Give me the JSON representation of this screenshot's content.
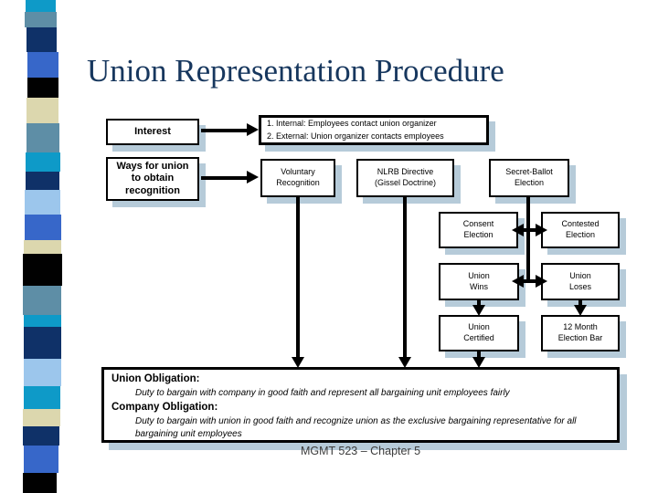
{
  "slide": {
    "title": "Union Representation Procedure",
    "footer": "MGMT 523 – Chapter 5"
  },
  "flowchart": {
    "interest": "Interest",
    "contact_methods": {
      "line1": "1. Internal: Employees contact union organizer",
      "line2": "2. External: Union organizer contacts employees"
    },
    "ways": "Ways for union\nto obtain\nrecognition",
    "voluntary": "Voluntary\nRecognition",
    "nlrb": "NLRB Directive\n(Gissel Doctrine)",
    "secret_ballot": "Secret-Ballot\nElection",
    "consent": "Consent\nElection",
    "contested": "Contested\nElection",
    "union_wins": "Union\nWins",
    "union_loses": "Union\nLoses",
    "union_certified": "Union\nCertified",
    "election_bar": "12 Month\nElection Bar"
  },
  "obligations": {
    "union_heading": "Union Obligation:",
    "union_body": "Duty to bargain with company in good faith and represent all bargaining unit employees fairly",
    "company_heading": "Company Obligation:",
    "company_body": "Duty to bargain with union in good faith and recognize union as the exclusive bargaining representative for all bargaining unit employees"
  },
  "colors": {
    "title_text": "#17375e",
    "box_fill": "#ffffff",
    "box_border": "#000000",
    "box_shadow": "#b6cbd9",
    "footer_text": "#3c3c3c"
  },
  "decor": {
    "stripe": {
      "colors": {
        "cyan": "#0e9ac8",
        "steel": "#5e8ea6",
        "navy": "#0f3168",
        "royal": "#3767c9",
        "black": "#010101",
        "cream": "#dcd7ae",
        "sky": "#9cc6ec"
      },
      "segments": [
        {
          "c": "cyan",
          "h": 13,
          "l": 28,
          "w": 33
        },
        {
          "c": "steel",
          "h": 17,
          "l": 27,
          "w": 35
        },
        {
          "c": "navy",
          "h": 27,
          "l": 29,
          "w": 33
        },
        {
          "c": "royal",
          "h": 28,
          "l": 30,
          "w": 34
        },
        {
          "c": "black",
          "h": 22,
          "l": 30,
          "w": 34
        },
        {
          "c": "cream",
          "h": 28,
          "l": 29,
          "w": 35
        },
        {
          "c": "steel",
          "h": 32,
          "l": 29,
          "w": 36
        },
        {
          "c": "cyan",
          "h": 21,
          "l": 28,
          "w": 38
        },
        {
          "c": "navy",
          "h": 20,
          "l": 28,
          "w": 37
        },
        {
          "c": "sky",
          "h": 27,
          "l": 27,
          "w": 39
        },
        {
          "c": "royal",
          "h": 28,
          "l": 27,
          "w": 40
        },
        {
          "c": "cream",
          "h": 15,
          "l": 26,
          "w": 41
        },
        {
          "c": "black",
          "h": 35,
          "l": 25,
          "w": 43
        },
        {
          "c": "steel",
          "h": 32,
          "l": 25,
          "w": 42
        },
        {
          "c": "cyan",
          "h": 13,
          "l": 26,
          "w": 41
        },
        {
          "c": "navy",
          "h": 35,
          "l": 26,
          "w": 41
        },
        {
          "c": "sky",
          "h": 30,
          "l": 26,
          "w": 41
        },
        {
          "c": "cyan",
          "h": 25,
          "l": 26,
          "w": 40
        },
        {
          "c": "cream",
          "h": 19,
          "l": 25,
          "w": 41
        },
        {
          "c": "navy",
          "h": 21,
          "l": 25,
          "w": 40
        },
        {
          "c": "royal",
          "h": 30,
          "l": 26,
          "w": 38
        },
        {
          "c": "black",
          "h": 22,
          "l": 25,
          "w": 37
        }
      ]
    }
  }
}
